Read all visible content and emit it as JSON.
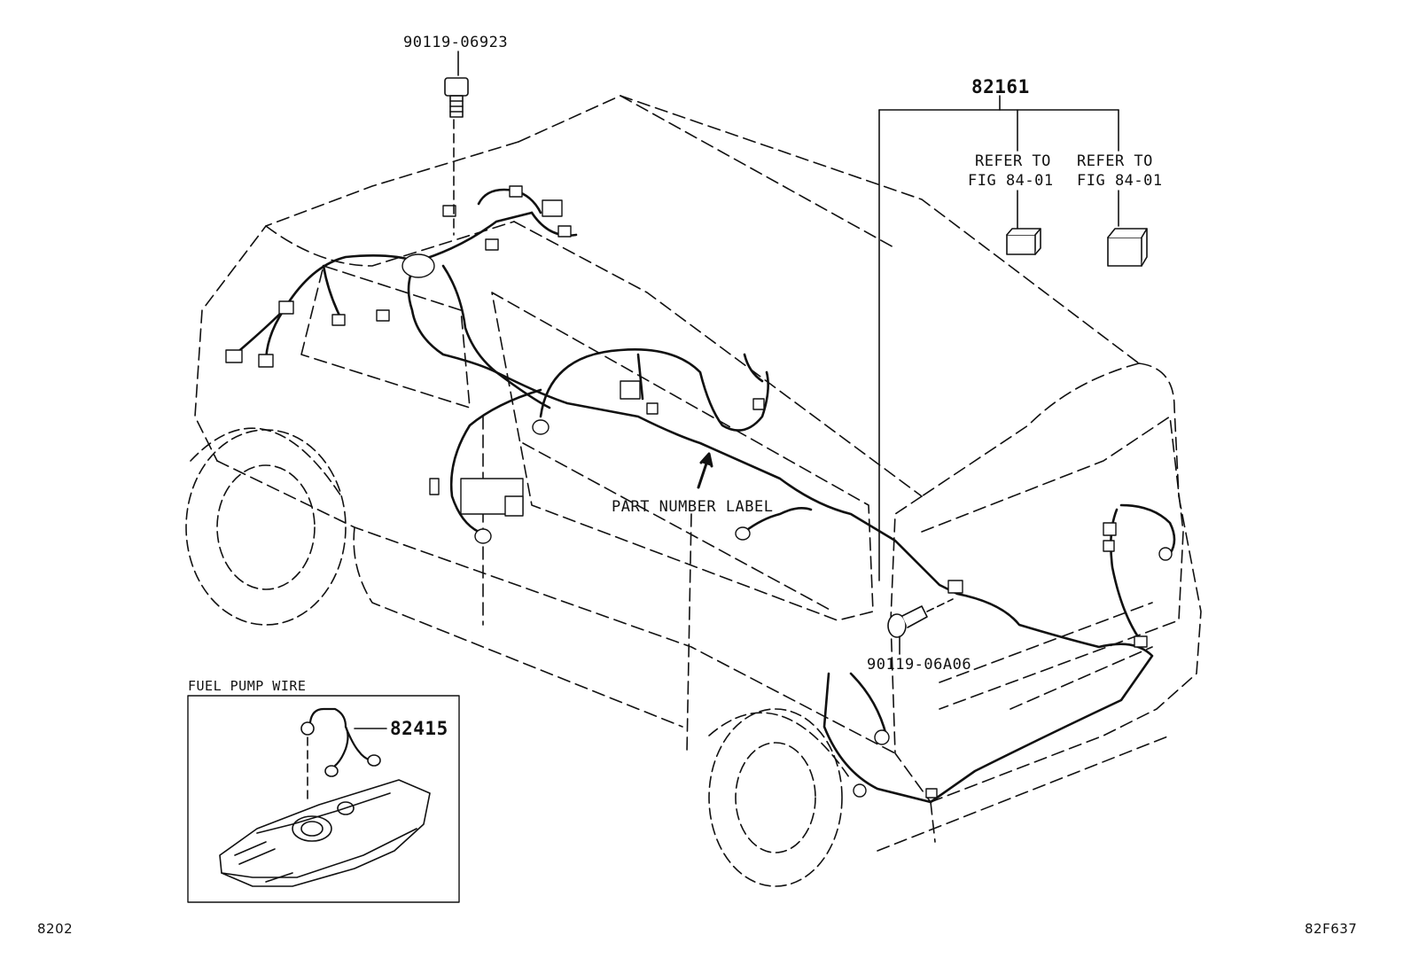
{
  "callouts": {
    "bolt_top": "90119-06923",
    "harness_main": "82161",
    "refer_left_line1": "REFER TO",
    "refer_left_line2": "FIG 84-01",
    "refer_right_line1": "REFER TO",
    "refer_right_line2": "FIG 84-01",
    "part_number_label": "PART NUMBER LABEL",
    "bolt_rear": "90119-06A06",
    "fuel_pump_wire_part": "82415"
  },
  "inset": {
    "title": "FUEL PUMP WIRE"
  },
  "footer": {
    "left_code": "8202",
    "right_code": "82F637"
  },
  "colors": {
    "line": "#111111",
    "background": "#ffffff"
  }
}
